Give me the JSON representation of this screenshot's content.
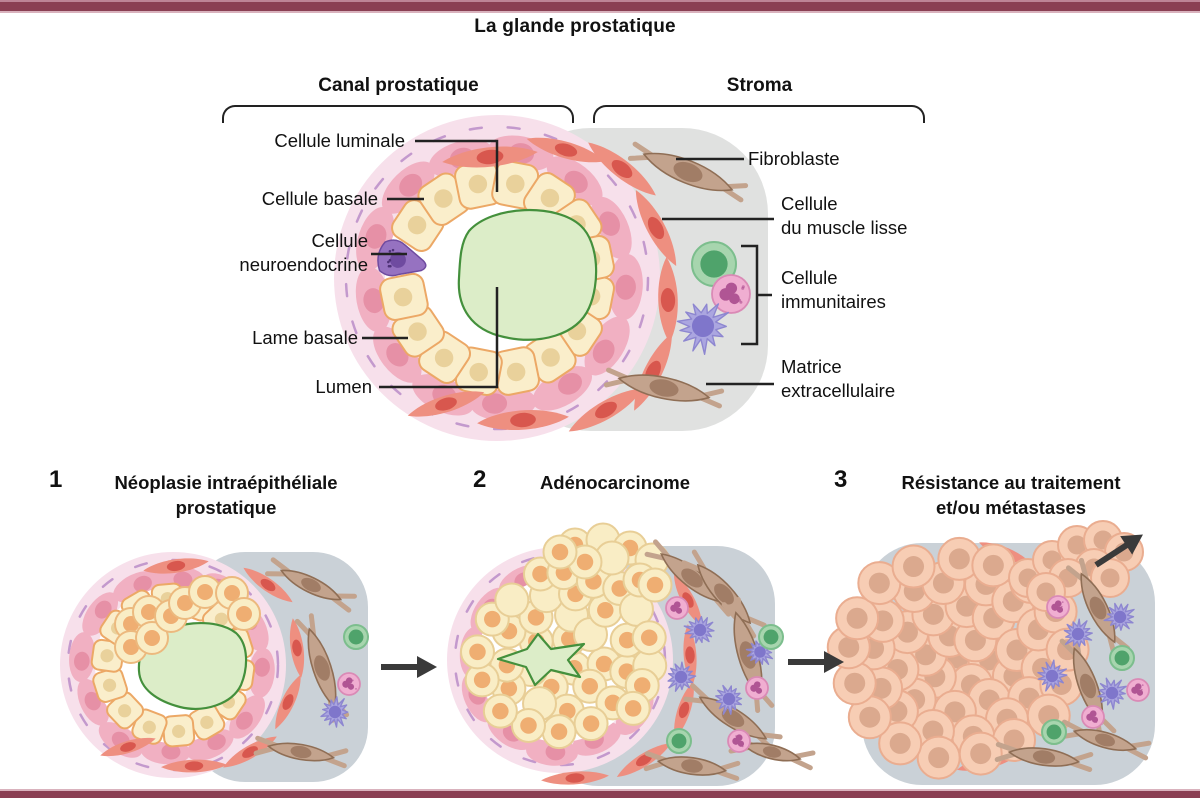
{
  "title": "La glande prostatique",
  "sections": {
    "canal": "Canal prostatique",
    "stroma": "Stroma"
  },
  "anatomy_labels": {
    "luminal": "Cellule luminale",
    "basal": "Cellule basale",
    "neuroendocrine": "Cellule\nneuroendocrine",
    "lame_basale": "Lame basale",
    "lumen": "Lumen",
    "fibroblast": "Fibroblaste",
    "smooth_muscle": "Cellule\ndu muscle lisse",
    "immune": "Cellule\nimmunitaires",
    "matrix": "Matrice\nextracellulaire"
  },
  "stages": [
    {
      "number": "1",
      "label": "Néoplasie intraépithéliale\nprostatique"
    },
    {
      "number": "2",
      "label": "Adénocarcinome"
    },
    {
      "number": "3",
      "label": "Résistance au traitement\net/ou métastases"
    }
  ],
  "palette": {
    "bar": "#8A3F53",
    "bar_edge": "#D9B2BD",
    "ink": "#111111",
    "line": "#222222",
    "arrow": "#3A3A3A",
    "halo_pink": "#F7E0EB",
    "dash_purple": "#BA8CC8",
    "basal_fill": "#F1B0C2",
    "basal_nucleus": "#E690A6",
    "luminal_fill": "#FAEECB",
    "luminal_stroke": "#ECA866",
    "luminal_nucleus": "#E9D19B",
    "lumen_fill": "#DCEDC8",
    "lumen_stroke": "#44903C",
    "neuro_fill": "#9672C1",
    "neuro_dark": "#6F4BA0",
    "stroma_gray_top": "#E0E1E0",
    "stroma_gray_stage": "#CAD1D7",
    "muscle_fill": "#EE8F80",
    "muscle_nucleus": "#D8574E",
    "fibro_fill": "#C3A38D",
    "fibro_stroke": "#8F6E55",
    "fibro_nucleus": "#A17D66",
    "lymph_fill": "#A7D5AE",
    "lymph_stroke": "#7CBE8D",
    "lymph_nucleus": "#4FA36B",
    "gran_fill": "#F0AED1",
    "gran_stroke": "#DA8AB6",
    "gran_nucleus": "#B05594",
    "dend_fill": "#ABA6E0",
    "dend_stroke": "#8D86D0",
    "dend_nucleus": "#7F76CB",
    "tumor_fill": "#F7CDB4",
    "tumor_stroke": "#EAAD90",
    "tumor_nucleus": "#DBA98E",
    "hyper_fill": "#F9EDC5",
    "hyper_stroke": "#ECB97E",
    "hyper_nucleus": "#EFAE72"
  }
}
